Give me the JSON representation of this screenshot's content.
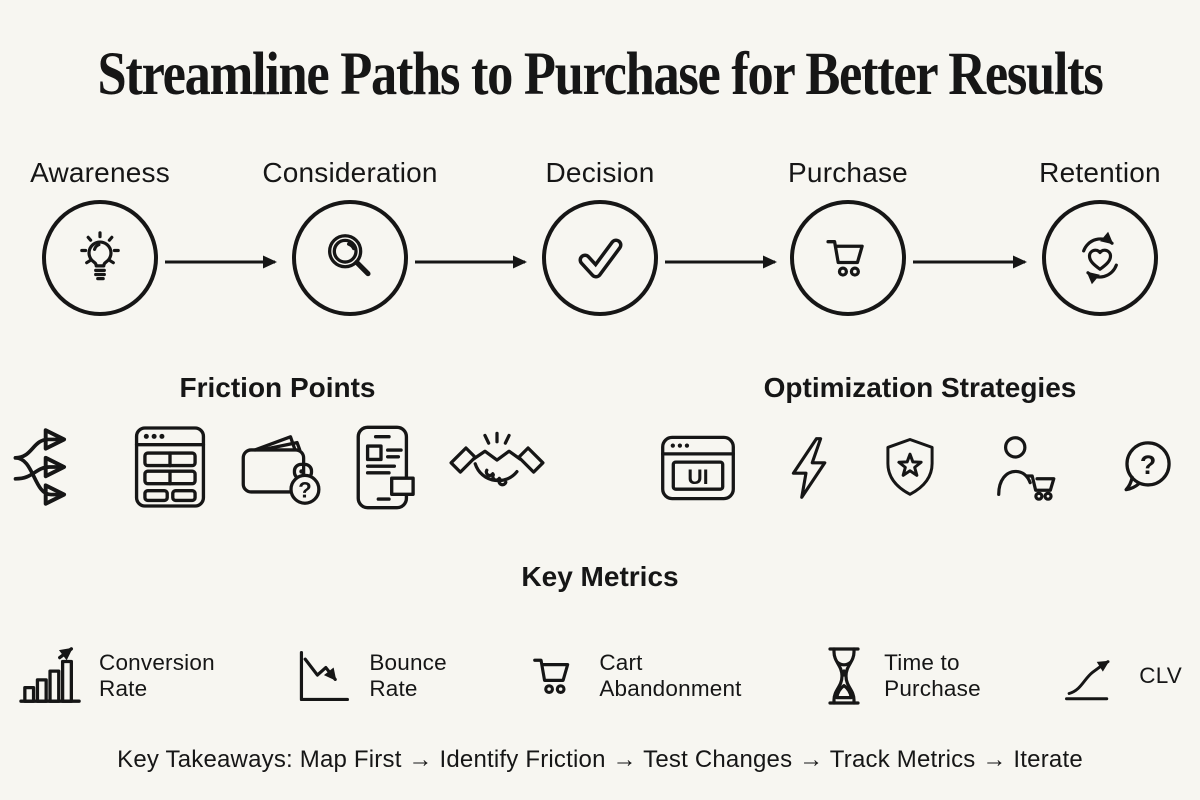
{
  "page": {
    "title": "Streamline Paths to Purchase for Better Results",
    "background_color": "#f7f6f1",
    "ink_color": "#161616"
  },
  "journey": {
    "stages": [
      {
        "label": "Awareness",
        "icon": "lightbulb-icon"
      },
      {
        "label": "Consideration",
        "icon": "magnifying-glass-icon"
      },
      {
        "label": "Decision",
        "icon": "checkmark-icon"
      },
      {
        "label": "Purchase",
        "icon": "shopping-cart-icon"
      },
      {
        "label": "Retention",
        "icon": "heart-loop-icon"
      }
    ]
  },
  "friction": {
    "heading": "Friction Points",
    "icons": [
      "diverging-arrows-icon",
      "long-form-icon",
      "wallet-question-icon",
      "mobile-layout-icon",
      "handshake-icon"
    ]
  },
  "optimization": {
    "heading": "Optimization Strategies",
    "ui_text": "UI",
    "icons": [
      "ui-window-icon",
      "lightning-icon",
      "shield-star-icon",
      "shopper-cart-icon",
      "question-bubble-icon"
    ]
  },
  "glyphs": {
    "question_mark": "?"
  },
  "metrics": {
    "heading": "Key Metrics",
    "items": [
      {
        "icon": "bar-chart-up-icon",
        "line1": "Conversion",
        "line2": "Rate"
      },
      {
        "icon": "line-chart-down-icon",
        "line1": "Bounce",
        "line2": "Rate"
      },
      {
        "icon": "cart-metric-icon",
        "line1": "Cart",
        "line2": "Abandonment"
      },
      {
        "icon": "hourglass-icon",
        "line1": "Time to",
        "line2": "Purchase"
      },
      {
        "icon": "growth-curve-icon",
        "line1": "CLV",
        "line2": ""
      }
    ]
  },
  "takeaways": {
    "text": "Key Takeaways: Map First → Identify Friction → Test Changes → Track Metrics → Iterate"
  }
}
